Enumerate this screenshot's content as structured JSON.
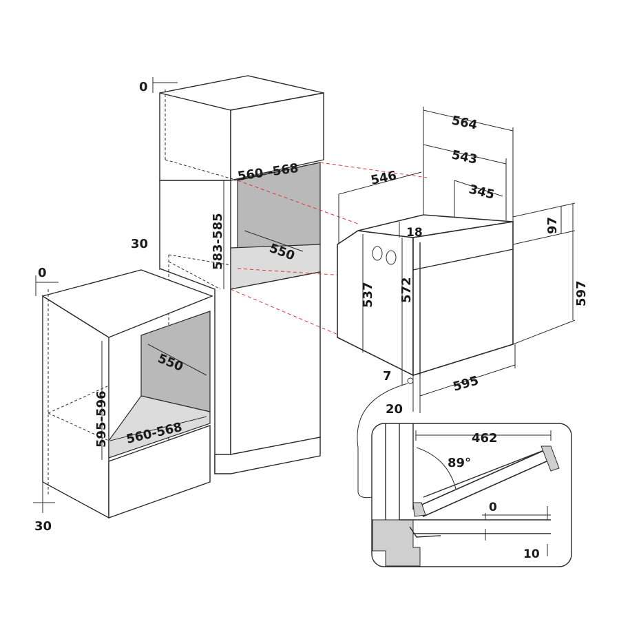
{
  "dimensions": {
    "tall_top_zero": "0",
    "tall_niche_width": "560 -568",
    "tall_niche_height": "583-585",
    "tall_niche_depth": "550",
    "tall_side_gap": "30",
    "base_top_zero": "0",
    "base_niche_depth": "550",
    "base_niche_height": "595-596",
    "base_niche_width": "560-568",
    "base_bottom_gap": "30",
    "oven_depth_overall": "564",
    "oven_depth_body": "543",
    "oven_depth_346": "546",
    "oven_cable_depth": "345",
    "oven_top_gap": "18",
    "oven_control_height": "97",
    "oven_body_height_537": "537",
    "oven_body_height_572": "572",
    "oven_total_height": "597",
    "oven_bottom_offset": "7",
    "oven_width": "595",
    "oven_front_offset": "20",
    "door_open_depth": "462",
    "door_angle": "89°",
    "door_gap_zero": "0",
    "door_gap_ten": "10"
  },
  "colors": {
    "line": "#2a2a2a",
    "guide": "#e03030",
    "cavity": "#b9b9b9",
    "floor": "#dcdcdc"
  }
}
